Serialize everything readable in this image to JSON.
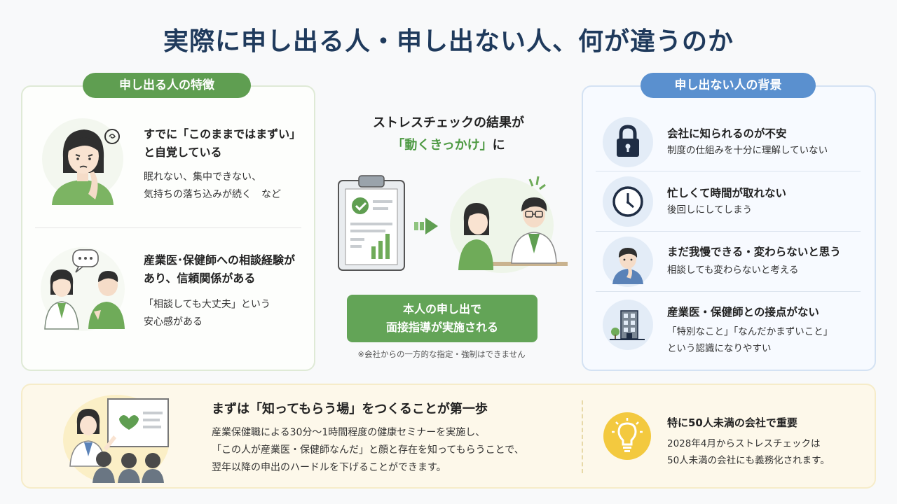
{
  "title": "実際に申し出る人・申し出ない人、何が違うのか",
  "left": {
    "heading": "申し出る人の特徴",
    "items": [
      {
        "title_lines": [
          "すでに「このままではまずい」",
          "と自覚している"
        ],
        "desc_lines": [
          "眠れない、集中できない、",
          "気持ちの落ち込みが続く　など"
        ],
        "icon": "worried-woman-icon"
      },
      {
        "title_lines": [
          "産業医･保健師への相談経験が",
          "あり、信頼関係がある"
        ],
        "desc_lines": [
          "「相談しても大丈夫」という",
          "安心感がある"
        ],
        "icon": "consultation-icon"
      }
    ]
  },
  "center": {
    "heading_line1": "ストレスチェックの結果が",
    "heading_emphasis": "「動くきっかけ」",
    "heading_suffix": "に",
    "button_line1": "本人の申し出で",
    "button_line2": "面接指導が実施される",
    "note": "※会社からの一方的な指定・強制はできません"
  },
  "right": {
    "heading": "申し出ない人の背景",
    "items": [
      {
        "title": "会社に知られるのが不安",
        "desc_lines": [
          "制度の仕組みを十分に理解していない"
        ],
        "icon": "lock-icon"
      },
      {
        "title": "忙しくて時間が取れない",
        "desc_lines": [
          "後回しにしてしまう"
        ],
        "icon": "clock-icon"
      },
      {
        "title": "まだ我慢できる・変わらないと思う",
        "desc_lines": [
          "相談しても変わらないと考える"
        ],
        "icon": "thinking-man-icon"
      },
      {
        "title": "産業医・保健師との接点がない",
        "desc_lines": [
          "「特別なこと」「なんだかまずいこと」",
          "という認識になりやすい"
        ],
        "icon": "building-icon"
      }
    ]
  },
  "bottom": {
    "title": "まずは「知ってもらう場」をつくることが第一歩",
    "desc_lines": [
      "産業保健職による30分〜1時間程度の健康セミナーを実施し、",
      "「この人が産業医・保健師なんだ」と顔と存在を知ってもらうことで、",
      "翌年以降の申出のハードルを下げることができます。"
    ],
    "right_title": "特に50人未満の会社で重要",
    "right_desc_lines": [
      "2028年4月からストレスチェックは",
      "50人未満の会社にも義務化されます。"
    ]
  },
  "colors": {
    "title": "#1f3a5c",
    "green": "#5f9e51",
    "blue": "#5a90cf",
    "yellow": "#f3c93f"
  }
}
